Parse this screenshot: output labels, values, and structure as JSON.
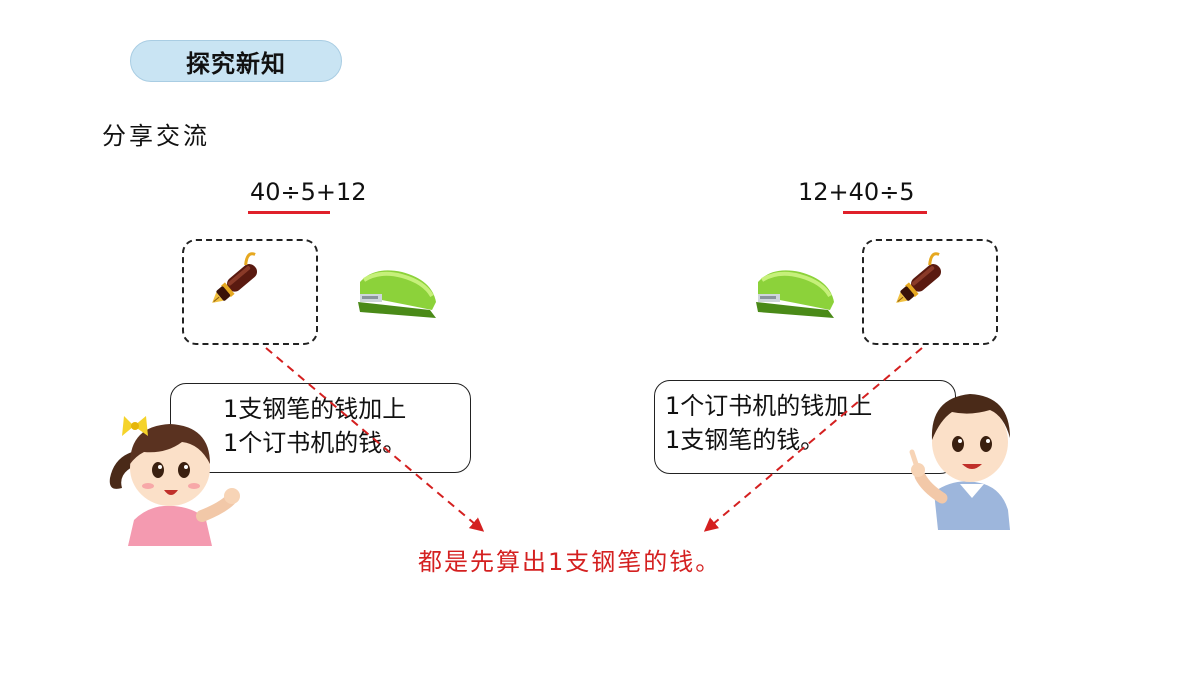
{
  "section_badge": "探究新知",
  "subheading": "分享交流",
  "left": {
    "formula": "40÷5+12",
    "bubble_line1": "1支钢笔的钱加上",
    "bubble_line2": "1个订书机的钱。"
  },
  "right": {
    "formula": "12+40÷5",
    "bubble_line1": "1个订书机的钱加上",
    "bubble_line2": "1支钢笔的钱。"
  },
  "conclusion": "都是先算出1支钢笔的钱。",
  "colors": {
    "accent_red": "#d42020",
    "badge_bg": "#c9e4f3"
  },
  "icons": [
    "fountain-pen-icon",
    "stapler-icon",
    "girl-illustration",
    "boy-illustration"
  ]
}
